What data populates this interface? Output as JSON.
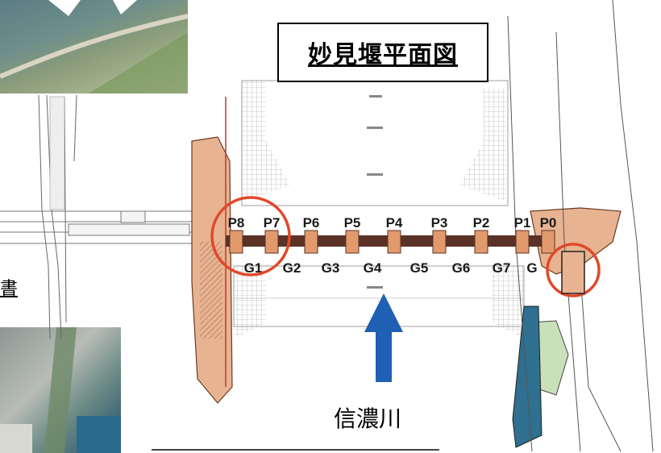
{
  "title": "妙見堰平面図",
  "left_fragment": "書",
  "river_label": "信濃川",
  "piers": [
    "P8",
    "P7",
    "P6",
    "P5",
    "P4",
    "P3",
    "P2",
    "P1",
    "P0"
  ],
  "gates": [
    "G1",
    "G2",
    "G3",
    "G4",
    "G5",
    "G6",
    "G7",
    "G"
  ],
  "colors": {
    "highlight_circle": "#e0492b",
    "arrow": "#1f5fb4",
    "pier_fill": "#e29a6d",
    "embankment": "#e8b391",
    "bridge": "#5a3326"
  }
}
